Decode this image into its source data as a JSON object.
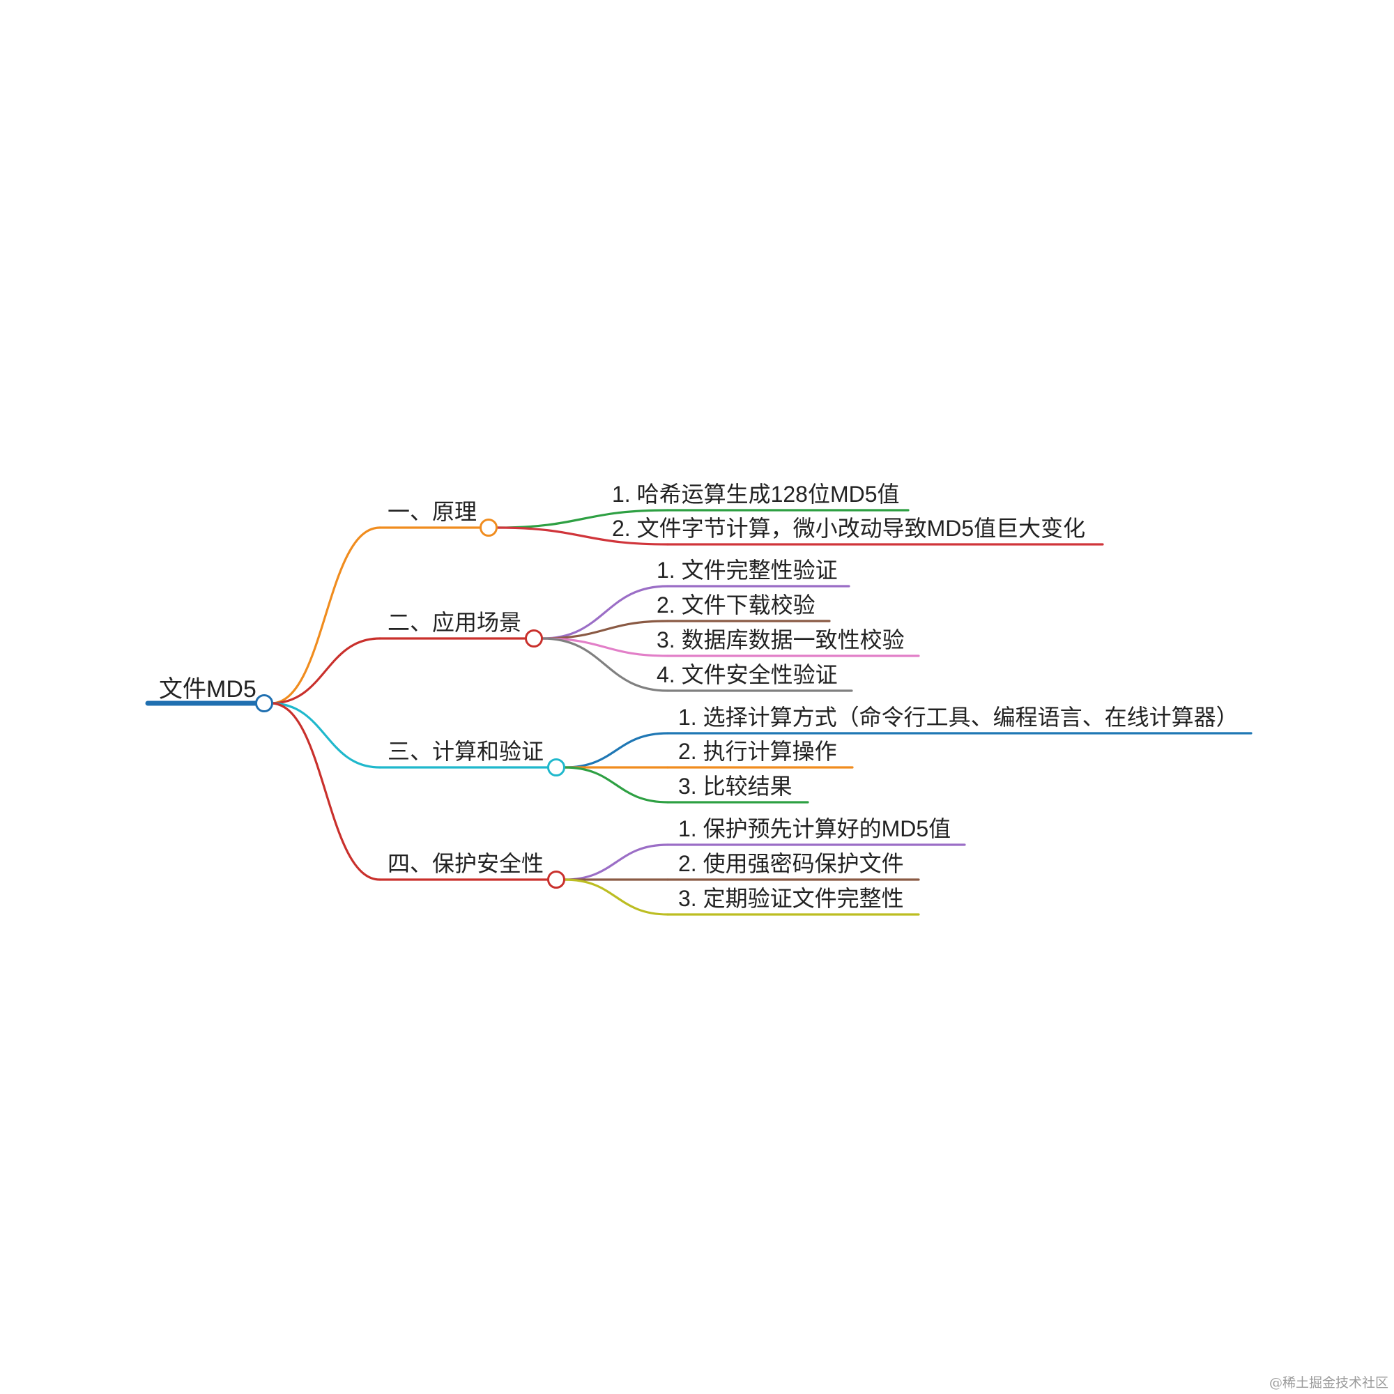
{
  "root": {
    "label": "文件MD5",
    "color": "#1f6fb0"
  },
  "branches": [
    {
      "label": "一、原理",
      "color": "#f08c1e",
      "leaves": [
        {
          "label": "1. 哈希运算生成128位MD5值",
          "color": "#2ea043"
        },
        {
          "label": "2. 文件字节计算，微小改动导致MD5值巨大变化",
          "color": "#d0353b"
        }
      ]
    },
    {
      "label": "二、应用场景",
      "color": "#c9302c",
      "leaves": [
        {
          "label": "1. 文件完整性验证",
          "color": "#9b6ec6"
        },
        {
          "label": "2. 文件下载校验",
          "color": "#8a5a44"
        },
        {
          "label": "3. 数据库数据一致性校验",
          "color": "#e27fc8"
        },
        {
          "label": "4. 文件安全性验证",
          "color": "#808080"
        }
      ]
    },
    {
      "label": "三、计算和验证",
      "color": "#1fb8cc",
      "leaves": [
        {
          "label": "1. 选择计算方式（命令行工具、编程语言、在线计算器）",
          "color": "#1f77b4"
        },
        {
          "label": "2. 执行计算操作",
          "color": "#f08c1e"
        },
        {
          "label": "3. 比较结果",
          "color": "#2ea043"
        }
      ]
    },
    {
      "label": "四、保护安全性",
      "color": "#c9302c",
      "leaves": [
        {
          "label": "1. 保护预先计算好的MD5值",
          "color": "#9b6ec6"
        },
        {
          "label": "2. 使用强密码保护文件",
          "color": "#8a5a44"
        },
        {
          "label": "3. 定期验证文件完整性",
          "color": "#bcbd22"
        }
      ]
    }
  ],
  "watermark": "@稀土掘金技术社区"
}
